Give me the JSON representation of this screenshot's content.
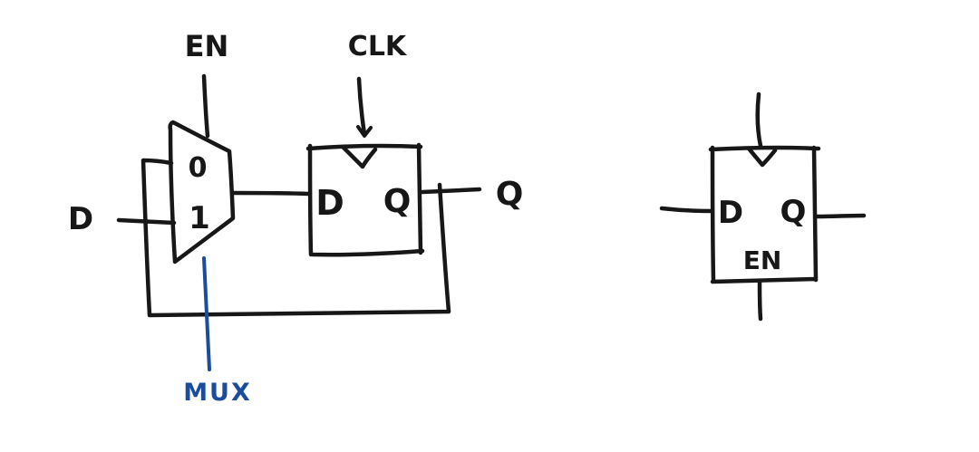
{
  "diagram_type": "hand-drawn logic schematic: D flip-flop with enable (MUX + DFF) and equivalent symbol",
  "colors": {
    "background": "#ffffff",
    "ink": "#171717",
    "annotation_blue": "#1c4c9c"
  },
  "left_circuit": {
    "en_label": "EN",
    "clk_label": "CLK",
    "d_input_label": "D",
    "q_output_label": "Q",
    "mux": {
      "input0_label": "0",
      "input1_label": "1",
      "annotation_label": "MUX"
    },
    "flipflop": {
      "d_label": "D",
      "q_label": "Q"
    }
  },
  "right_circuit": {
    "flipflop": {
      "d_label": "D",
      "q_label": "Q",
      "en_label": "EN"
    }
  }
}
